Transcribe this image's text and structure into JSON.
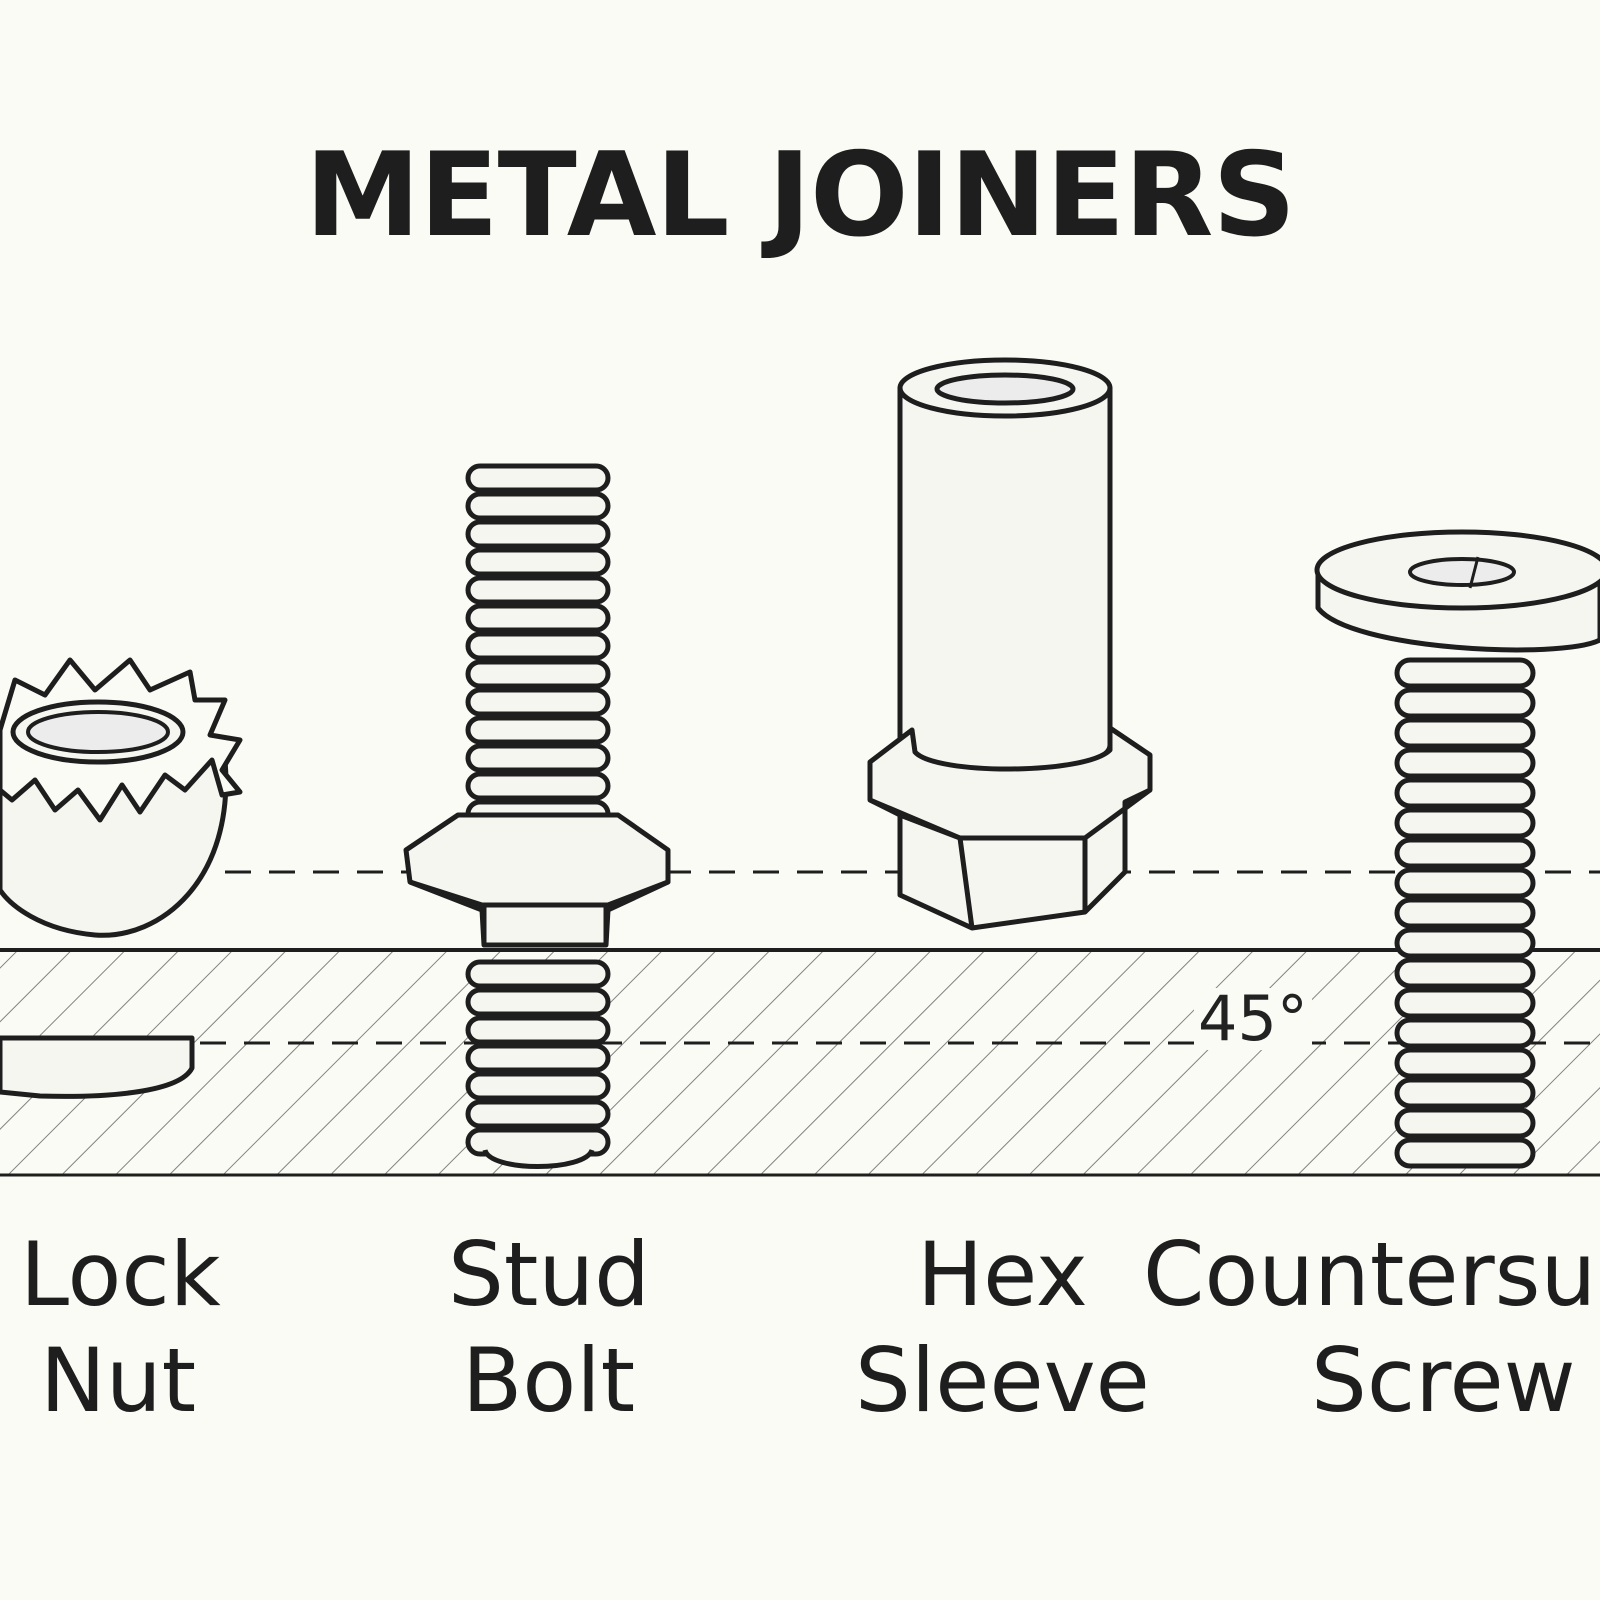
{
  "title": "METAL JOINERS",
  "angle_label": "45°",
  "fasteners": [
    {
      "id": "lock-nut",
      "line1": "Lock",
      "line2": "Nut"
    },
    {
      "id": "stud-bolt",
      "line1": "Stud",
      "line2": "Bolt"
    },
    {
      "id": "hex-sleeve",
      "line1": "Hex",
      "line2": "Sleeve"
    },
    {
      "id": "countersunk-screw",
      "line1": "Countersun",
      "line2": "Screw"
    }
  ],
  "colors": {
    "ink": "#1e1e1e",
    "paper": "#fbfbf6",
    "fill": "#f6f6f1"
  }
}
